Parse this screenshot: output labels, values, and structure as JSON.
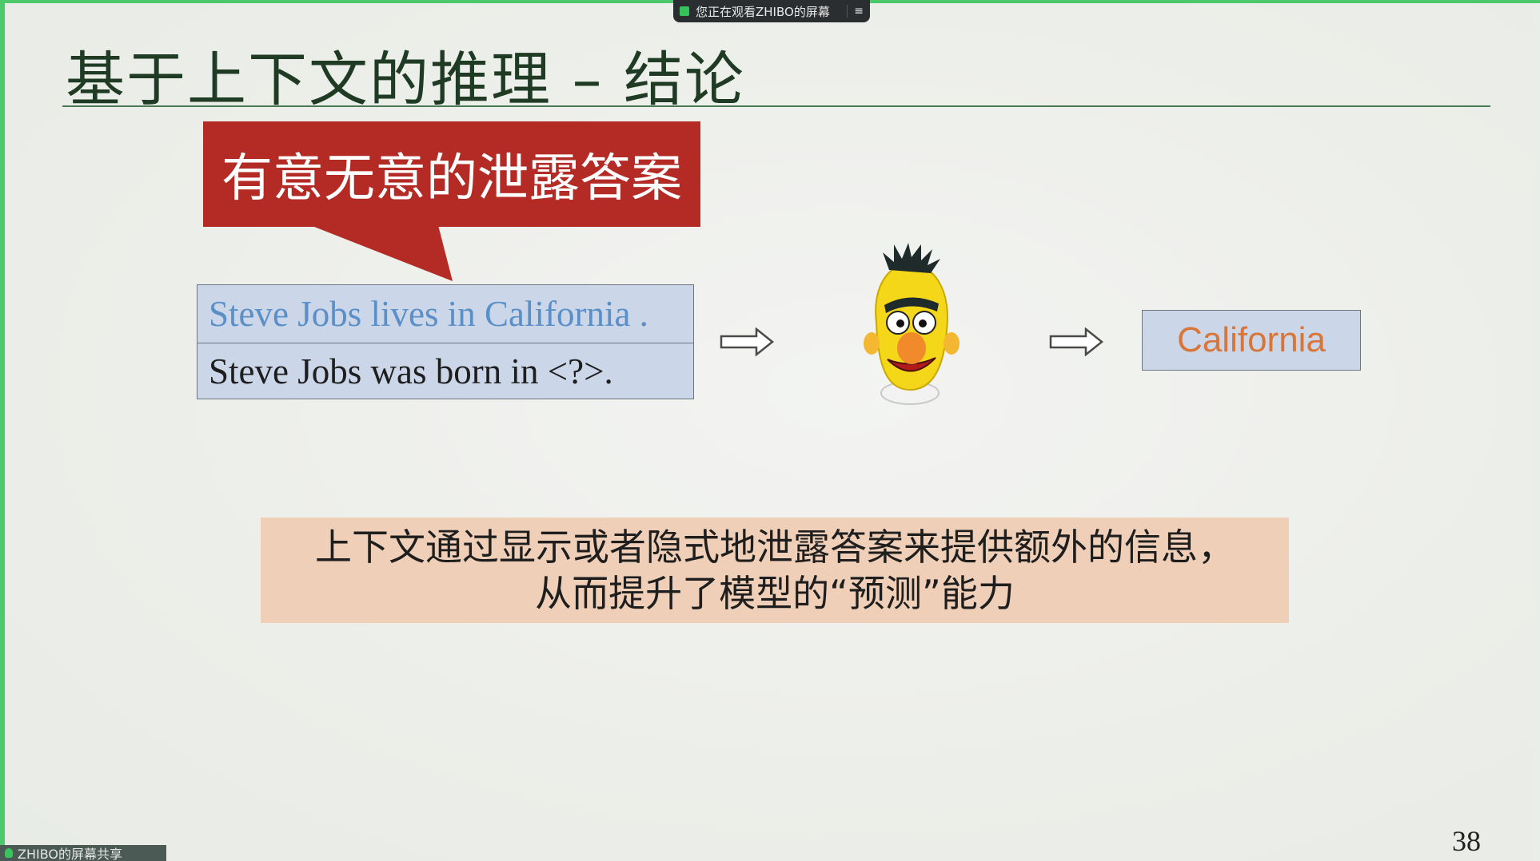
{
  "share_bar": {
    "label": "您正在观看ZHIBO的屏幕",
    "menu_glyph": "≡"
  },
  "slide": {
    "title": "基于上下文的推理 – 结论",
    "callout": "有意无意的泄露答案",
    "context_line1": "Steve Jobs lives in California .",
    "context_line2": "Steve Jobs was born in <?>.",
    "answer": "California",
    "conclusion_line1": "上下文通过显示或者隐式地泄露答案来提供额外的信息，",
    "conclusion_line2": "从而提升了模型的“预测”能力",
    "page_number": "38"
  },
  "bottom_tag": {
    "label": "ZHIBO的屏幕共享"
  },
  "colors": {
    "callout_bg": "#b42b26",
    "context_bg": "#cbd7e8",
    "context_line1": "#5a8fc7",
    "answer_text": "#d8763a",
    "conclusion_bg": "#efcfb8",
    "title_text": "#1f3b24",
    "frame_accent": "#4cc96b"
  },
  "icons": {
    "arrow": "hollow-right-arrow-icon",
    "character": "bert-muppet-icon",
    "share_indicator": "screen-share-icon",
    "mic": "mic-icon"
  }
}
